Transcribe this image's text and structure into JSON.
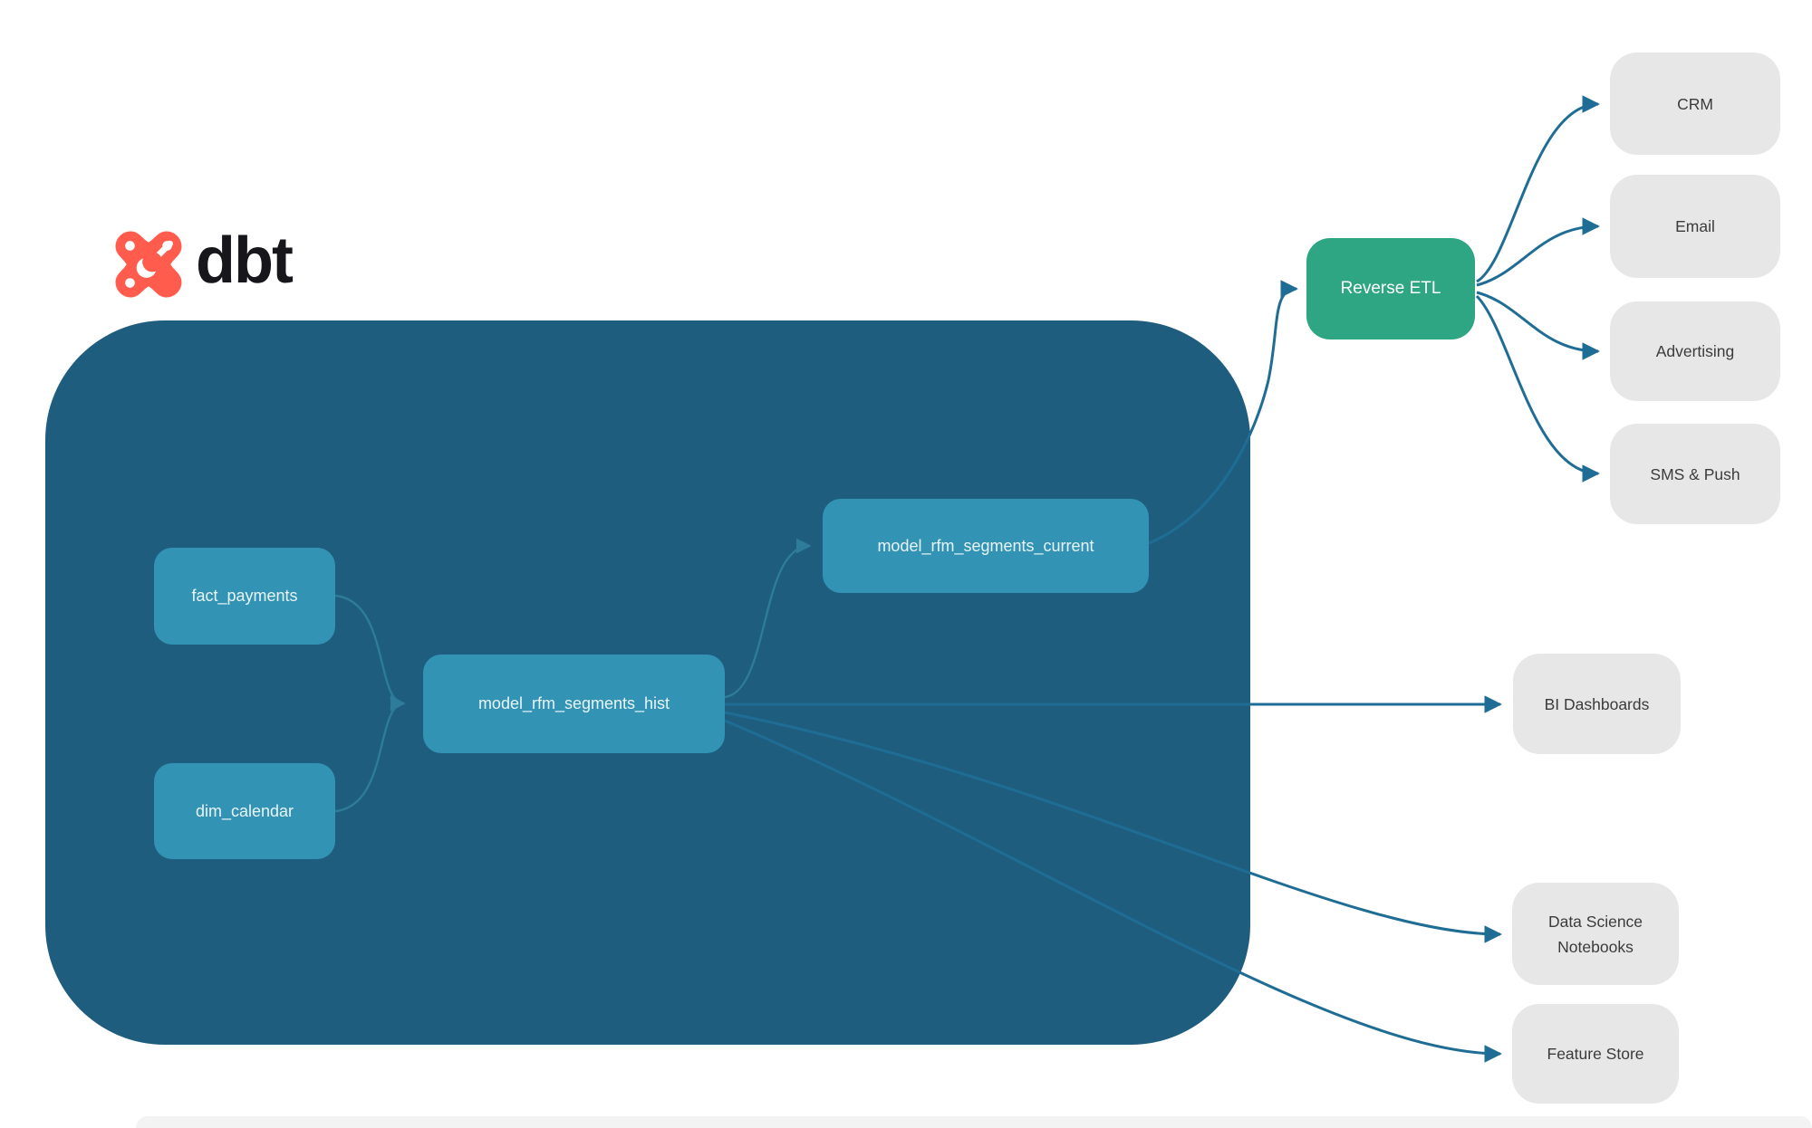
{
  "logo": {
    "text": "dbt",
    "icon": "dbt-star-icon"
  },
  "colors": {
    "canvas_bg": "#ffffff",
    "warehouse_container": "#1e5d7d",
    "model_node": "#3293b4",
    "model_node_text": "#e8f4f8",
    "reverse_etl_bg": "#2fa683",
    "reverse_etl_text": "#ffffff",
    "destination_bg": "#e7e7e7",
    "destination_text": "#3b3b3b",
    "edge_outer": "#1f6d94",
    "edge_inner": "#2e7b9a",
    "logo_icon": "#ff5c4d",
    "logo_text_color": "#17171b"
  },
  "nodes": {
    "fact_payments": {
      "label": "fact_payments"
    },
    "dim_calendar": {
      "label": "dim_calendar"
    },
    "model_rfm_segments_hist": {
      "label": "model_rfm_segments_hist"
    },
    "model_rfm_segments_current": {
      "label": "model_rfm_segments_current"
    },
    "reverse_etl": {
      "label": "Reverse ETL"
    },
    "crm": {
      "label": "CRM"
    },
    "email": {
      "label": "Email"
    },
    "advertising": {
      "label": "Advertising"
    },
    "sms_push": {
      "label": "SMS & Push"
    },
    "bi_dashboards": {
      "label": "BI Dashboards"
    },
    "data_science_notebooks": {
      "label": "Data Science Notebooks"
    },
    "feature_store": {
      "label": "Feature Store"
    }
  },
  "edges": [
    {
      "from": "fact_payments",
      "to": "model_rfm_segments_hist"
    },
    {
      "from": "dim_calendar",
      "to": "model_rfm_segments_hist"
    },
    {
      "from": "model_rfm_segments_hist",
      "to": "model_rfm_segments_current"
    },
    {
      "from": "model_rfm_segments_hist",
      "to": "bi_dashboards"
    },
    {
      "from": "model_rfm_segments_hist",
      "to": "data_science_notebooks"
    },
    {
      "from": "model_rfm_segments_hist",
      "to": "feature_store"
    },
    {
      "from": "model_rfm_segments_current",
      "to": "reverse_etl"
    },
    {
      "from": "reverse_etl",
      "to": "crm"
    },
    {
      "from": "reverse_etl",
      "to": "email"
    },
    {
      "from": "reverse_etl",
      "to": "advertising"
    },
    {
      "from": "reverse_etl",
      "to": "sms_push"
    }
  ]
}
